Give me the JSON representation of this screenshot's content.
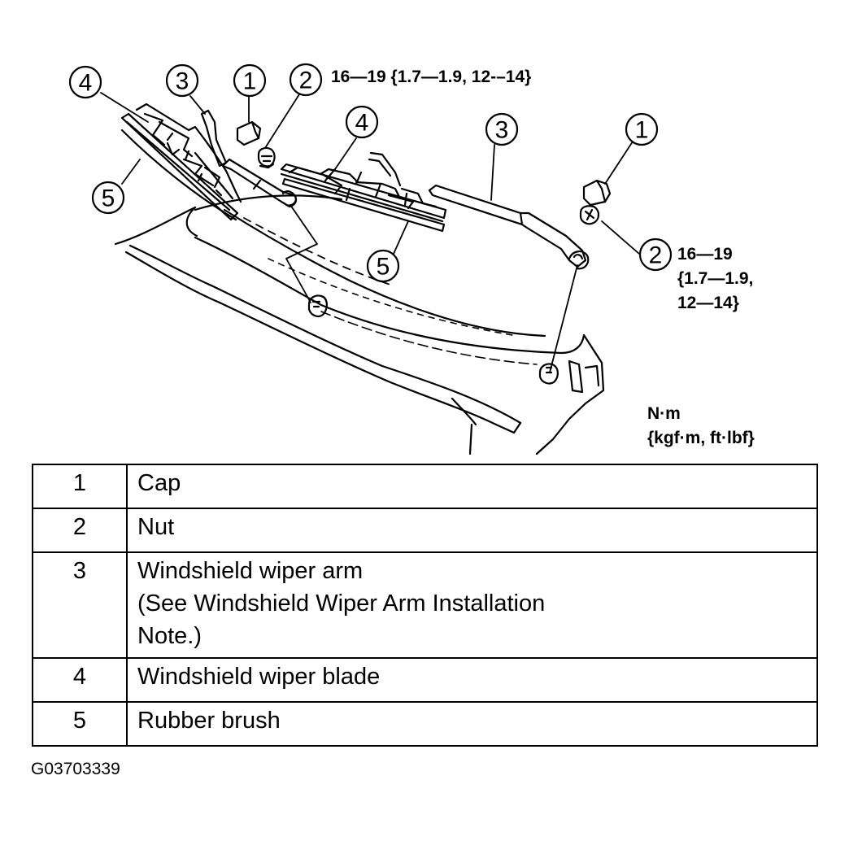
{
  "callouts": {
    "left_blade": "4",
    "left_arm": "3",
    "left_cap": "1",
    "left_nut": "2",
    "left_brush": "5",
    "right_blade": "4",
    "right_arm": "3",
    "right_cap": "1",
    "right_nut": "2",
    "right_brush": "5"
  },
  "torque_top": "16—19 {1.7—1.9, 12-–14}",
  "torque_right": [
    "16—19",
    "{1.7—1.9,",
    "12—14}"
  ],
  "units": [
    "N·m",
    "{kgf·m, ft·lbf}"
  ],
  "parts_table": [
    {
      "num": "1",
      "lines": [
        "Cap"
      ]
    },
    {
      "num": "2",
      "lines": [
        "Nut"
      ]
    },
    {
      "num": "3",
      "lines": [
        "Windshield wiper arm",
        "(See Windshield Wiper Arm Installation",
        "Note.)"
      ]
    },
    {
      "num": "4",
      "lines": [
        "Windshield wiper blade"
      ]
    },
    {
      "num": "5",
      "lines": [
        "Rubber brush"
      ]
    }
  ],
  "figure_code": "G03703339",
  "colors": {
    "ink": "#000000",
    "paper": "#ffffff"
  }
}
